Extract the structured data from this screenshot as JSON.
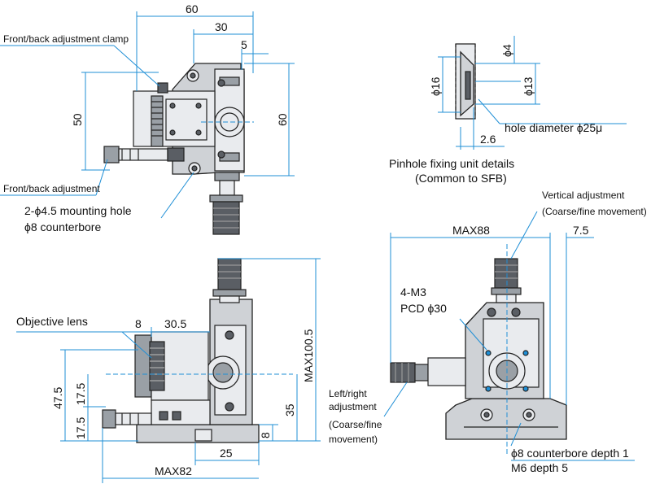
{
  "dims": {
    "top_60": "60",
    "top_30": "30",
    "top_5": "5",
    "left_50": "50",
    "right_60": "60",
    "pin_phi16": "ϕ16",
    "pin_phi4": "ϕ4",
    "pin_phi13": "ϕ13",
    "pin_26": "2.6",
    "side_8a": "8",
    "side_305": "30.5",
    "side_475": "47.5",
    "side_175a": "17.5",
    "side_175b": "17.5",
    "side_35": "35",
    "side_max1005": "MAX100.5",
    "side_8b": "8",
    "side_25": "25",
    "side_max82": "MAX82",
    "front_max88": "MAX88",
    "front_75": "7.5"
  },
  "labels": {
    "fb_clamp": "Front/back adjustment clamp",
    "fb_adjust": "Front/back adjustment",
    "mount_hole_1": "2-ϕ4.5 mounting hole",
    "mount_hole_2": "ϕ8 counterbore",
    "hole_diameter": "hole diameter ϕ25μ",
    "pinhole_1": "Pinhole fixing unit details",
    "pinhole_2": "(Common to SFB)",
    "vertical_1": "Vertical adjustment",
    "vertical_2": "(Coarse/fine movement)",
    "m3_1": "4-M3",
    "m3_2": "PCD ϕ30",
    "objective": "Objective lens",
    "lr_1": "Left/right",
    "lr_2": "adjustment",
    "lr_3": "(Coarse/fine",
    "lr_4": "movement)",
    "cbore_1": "ϕ8 counterbore depth 1",
    "cbore_2": "M6 depth 5"
  }
}
